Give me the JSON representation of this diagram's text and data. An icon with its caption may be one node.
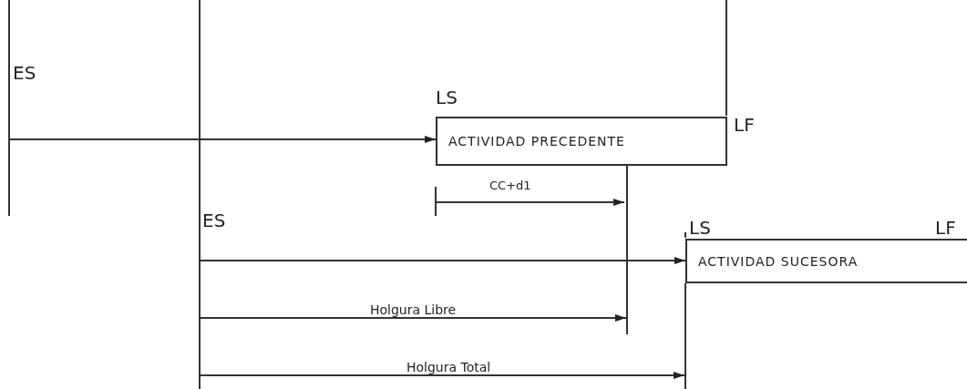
{
  "diagram": {
    "nodes": [
      {
        "text": [
          "ACTIVIDAD PRECEDENTE"
        ]
      },
      {
        "text": [
          "ACTIVIDAD SUCESORA"
        ]
      },
      {
        "text": [],
        "shape": "bar"
      },
      {
        "text": [],
        "shape": "bar"
      },
      {
        "text": [],
        "shape": "bar"
      }
    ],
    "edges": [
      {
        "from": null,
        "to": 0,
        "arrow": "to"
      },
      {
        "from": 2,
        "to": 1,
        "arrow": "to"
      },
      {
        "from": 2,
        "to": 3,
        "arrow": "to",
        "label": "Holgura Libre"
      },
      {
        "from": 2,
        "to": 4,
        "arrow": "to",
        "label": "Holgura Total"
      }
    ],
    "labels": [
      "ES",
      "LS",
      "LF",
      "CC+d1",
      "ES",
      "LS",
      "LF"
    ]
  }
}
